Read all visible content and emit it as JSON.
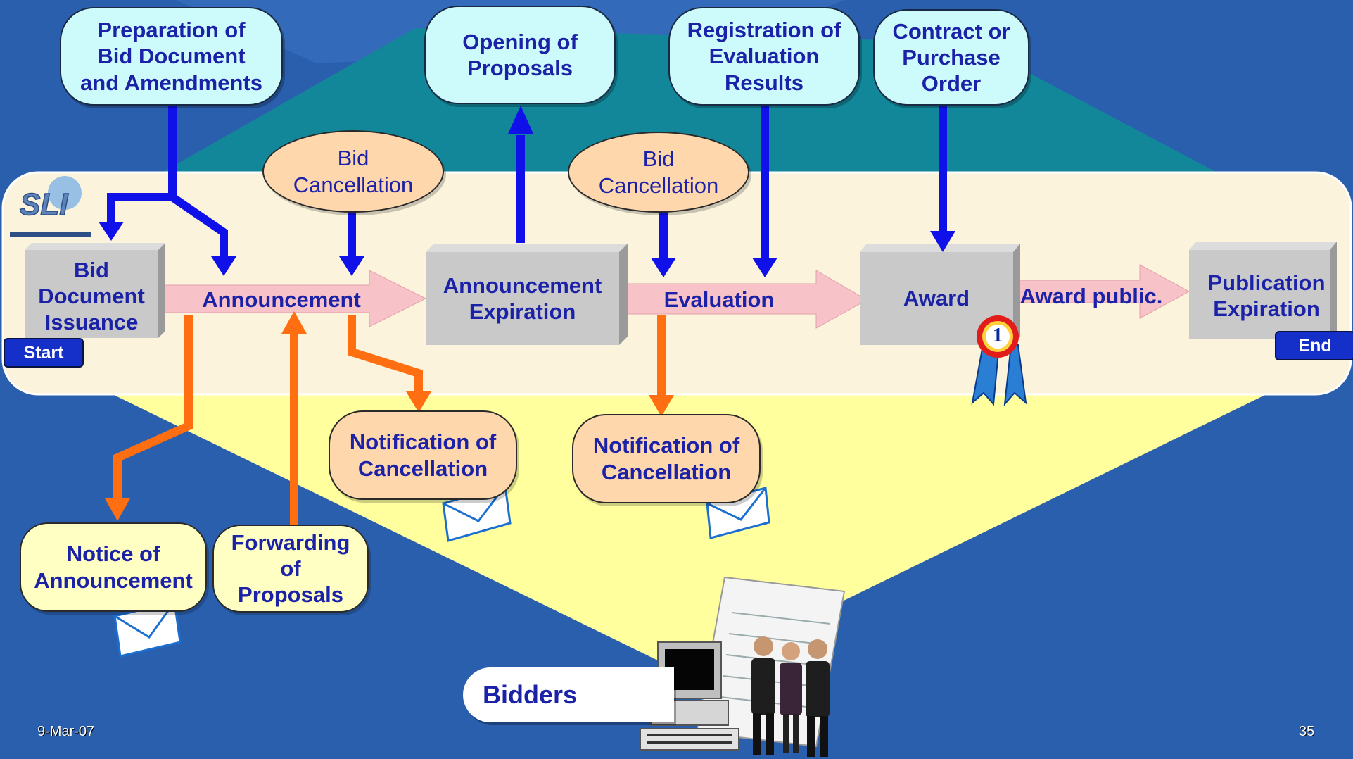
{
  "colors": {
    "background": "#2a5fae",
    "teal_region": "#13879a",
    "yellow_region": "#ffff9e",
    "band": "#fbf3dc",
    "blue_arrow": "#1010e8",
    "orange_arrow": "#ff6f12",
    "pink_arrow": "#f7c3c8",
    "text": "#1b22a8"
  },
  "logo": {
    "text": "SLI"
  },
  "top_nodes": {
    "preparation": "Preparation of\nBid Document\nand Amendments",
    "opening": "Opening of\nProposals",
    "registration": "Registration of\nEvaluation\nResults",
    "contract": "Contract or\nPurchase\nOrder"
  },
  "cancellations": {
    "first": "Bid\nCancellation",
    "second": "Bid\nCancellation"
  },
  "stages": {
    "bid_document_issuance": "Bid\nDocument\nIssuance",
    "announcement": "Announcement",
    "announcement_expiration": "Announcement\nExpiration",
    "evaluation": "Evaluation",
    "award": "Award",
    "award_public": "Award public.",
    "publication_expiration": "Publication\nExpiration"
  },
  "tags": {
    "start": "Start",
    "end": "End"
  },
  "bottom_nodes": {
    "notice": "Notice of\nAnnouncement",
    "forwarding": "Forwarding\nof\nProposals",
    "notification_1": "Notification of\nCancellation",
    "notification_2": "Notification of\nCancellation"
  },
  "ribbon_number": "1",
  "bidders": "Bidders",
  "footer": {
    "date": "9-Mar-07",
    "page": "35"
  },
  "icons": [
    "envelope-icon",
    "award-ribbon-icon",
    "computer-icon",
    "people-icon",
    "document-icon"
  ]
}
